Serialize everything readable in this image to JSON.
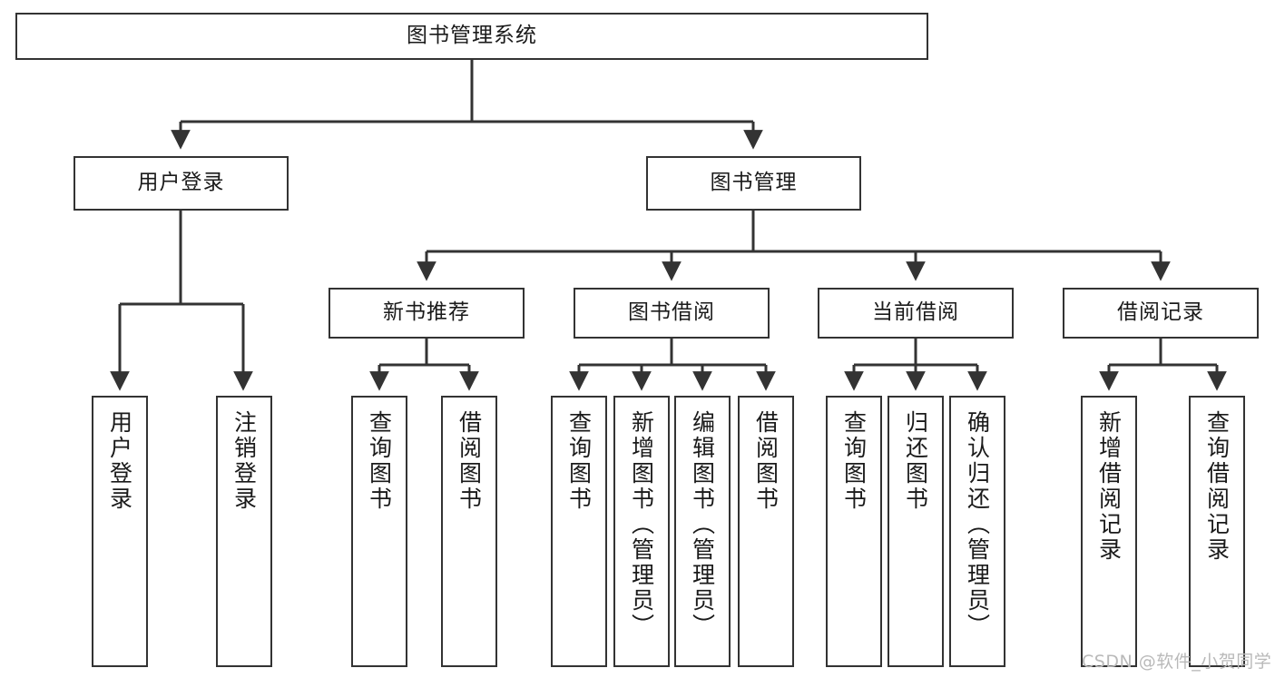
{
  "diagram": {
    "title": "图书管理系统",
    "type": "tree-hierarchy",
    "orientation": "top-down",
    "colors": {
      "background": "#ffffff",
      "node_border": "#333333",
      "node_fill": "#ffffff",
      "edge": "#333333",
      "text": "#1a1a1a",
      "watermark": "#b9b9b9"
    }
  },
  "root": {
    "label": "图书管理系统"
  },
  "level2": [
    {
      "label": "用户登录"
    },
    {
      "label": "图书管理"
    }
  ],
  "level3": [
    {
      "label": "新书推荐"
    },
    {
      "label": "图书借阅"
    },
    {
      "label": "当前借阅"
    },
    {
      "label": "借阅记录"
    }
  ],
  "leaves": {
    "user_login": [
      {
        "label": "用户登录"
      },
      {
        "label": "注销登录"
      }
    ],
    "new_book_recommend": [
      {
        "label": "查询图书"
      },
      {
        "label": "借阅图书"
      }
    ],
    "book_borrow": [
      {
        "label": "查询图书"
      },
      {
        "label": "新增图书（管理员）"
      },
      {
        "label": "编辑图书（管理员）"
      },
      {
        "label": "借阅图书"
      }
    ],
    "current_borrow": [
      {
        "label": "查询图书"
      },
      {
        "label": "归还图书"
      },
      {
        "label": "确认归还（管理员）"
      }
    ],
    "borrow_record": [
      {
        "label": "新增借阅记录"
      },
      {
        "label": "查询借阅记录"
      }
    ]
  },
  "watermark": {
    "text": "CSDN @软件_小贺同学"
  }
}
